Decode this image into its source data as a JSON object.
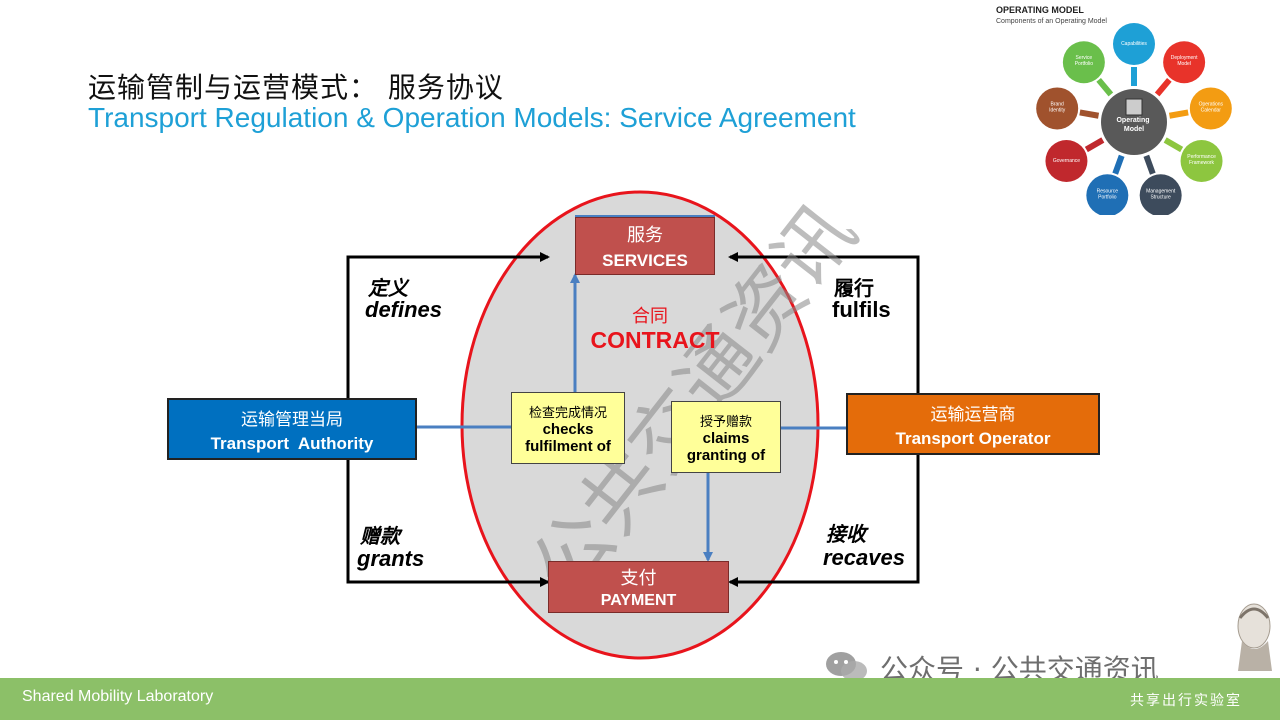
{
  "title": {
    "cn": "运输管制与运营模式： 服务协议",
    "en": "Transport Regulation & Operation Models: Service Agreement"
  },
  "diagram": {
    "services": {
      "cn": "服务",
      "en": "SERVICES"
    },
    "contract": {
      "cn": "合同",
      "en": "CONTRACT"
    },
    "payment": {
      "cn": "支付",
      "en": "PAYMENT"
    },
    "authority": {
      "cn": "运输管理当局",
      "en": "Transport  Authority"
    },
    "operator": {
      "cn": "运输运营商",
      "en": "Transport Operator"
    },
    "checks": {
      "cn": "检查完成情况",
      "en1": "checks",
      "en2": "fulfilment of"
    },
    "claims": {
      "cn": "授予赠款",
      "en1": "claims",
      "en2": "granting of"
    },
    "defines": {
      "cn": "定义",
      "en": "defines"
    },
    "fulfils": {
      "cn": "履行",
      "en": "fulfils"
    },
    "grants": {
      "cn": "赠款",
      "en": "grants"
    },
    "recaves": {
      "cn": "接收",
      "en": "recaves"
    },
    "watermark": "公共交通资讯"
  },
  "operating_model": {
    "title": "OPERATING MODEL",
    "subtitle": "Components of an Operating Model",
    "center": "Operating Model",
    "nodes": [
      {
        "label": "Capabilities",
        "color": "#1ea0d6"
      },
      {
        "label": "Deployment Model",
        "color": "#e8332a"
      },
      {
        "label": "Operations Calendar",
        "color": "#f39c12"
      },
      {
        "label": "Performance Framework",
        "color": "#8dc63f"
      },
      {
        "label": "Management Structure",
        "color": "#3d4b5c"
      },
      {
        "label": "Resource Portfolio",
        "color": "#1f6fb5"
      },
      {
        "label": "Governance",
        "color": "#c0282d"
      },
      {
        "label": "Brand Identity",
        "color": "#a0522d"
      },
      {
        "label": "Service Portfolio",
        "color": "#6abf4b"
      }
    ]
  },
  "footer": {
    "left": "Shared Mobility Laboratory",
    "right": "共享出行实验室",
    "wechat": "公众号 · 公共交通资讯"
  }
}
